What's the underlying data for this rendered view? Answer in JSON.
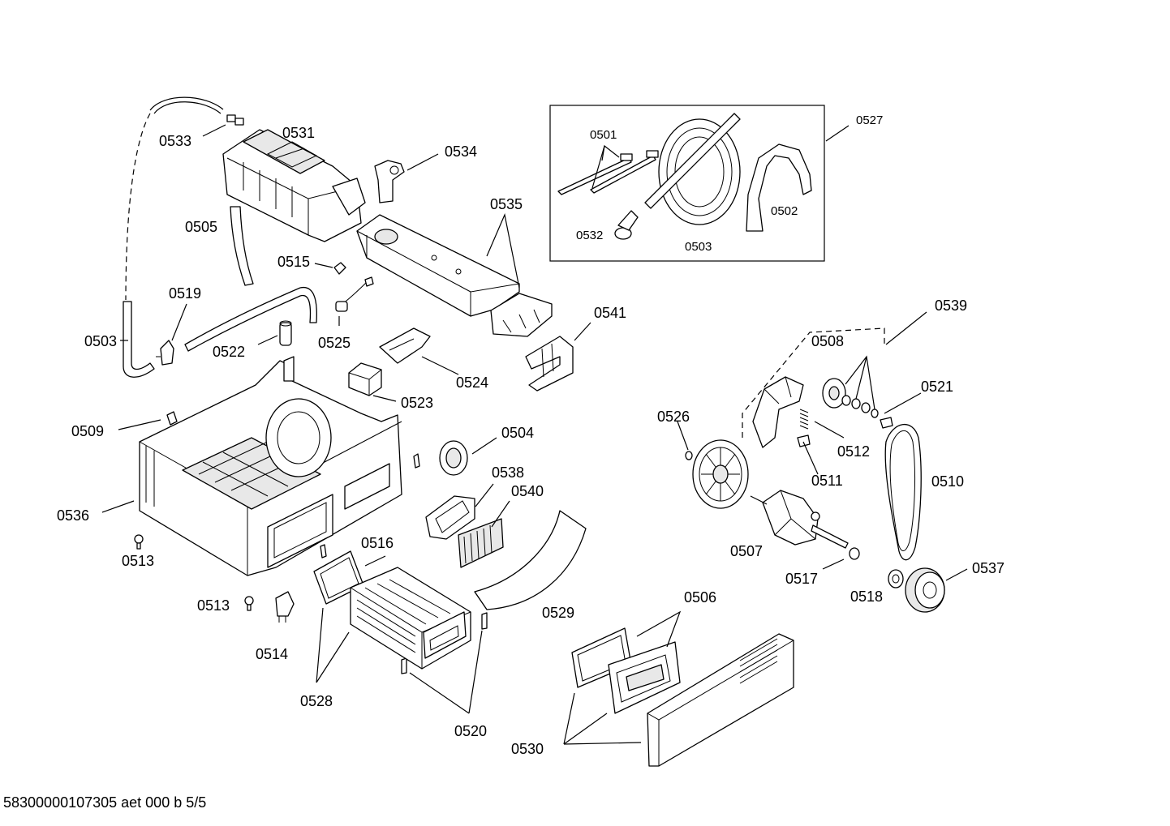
{
  "parts": {
    "p0501": "0501",
    "p0502": "0502",
    "p0503_kit": "0503",
    "p0503": "0503",
    "p0504": "0504",
    "p0505": "0505",
    "p0506": "0506",
    "p0507": "0507",
    "p0508": "0508",
    "p0509": "0509",
    "p0510": "0510",
    "p0511": "0511",
    "p0512": "0512",
    "p0513_a": "0513",
    "p0513_b": "0513",
    "p0514": "0514",
    "p0515": "0515",
    "p0516": "0516",
    "p0517": "0517",
    "p0518": "0518",
    "p0519": "0519",
    "p0520": "0520",
    "p0521": "0521",
    "p0522": "0522",
    "p0523": "0523",
    "p0524": "0524",
    "p0525": "0525",
    "p0526": "0526",
    "p0527": "0527",
    "p0528": "0528",
    "p0529": "0529",
    "p0530": "0530",
    "p0531": "0531",
    "p0532": "0532",
    "p0533": "0533",
    "p0534": "0534",
    "p0535": "0535",
    "p0536": "0536",
    "p0537": "0537",
    "p0538": "0538",
    "p0539": "0539",
    "p0540": "0540",
    "p0541": "0541"
  },
  "footer": {
    "code": "58300000107305 aet 000 b 5/5"
  }
}
